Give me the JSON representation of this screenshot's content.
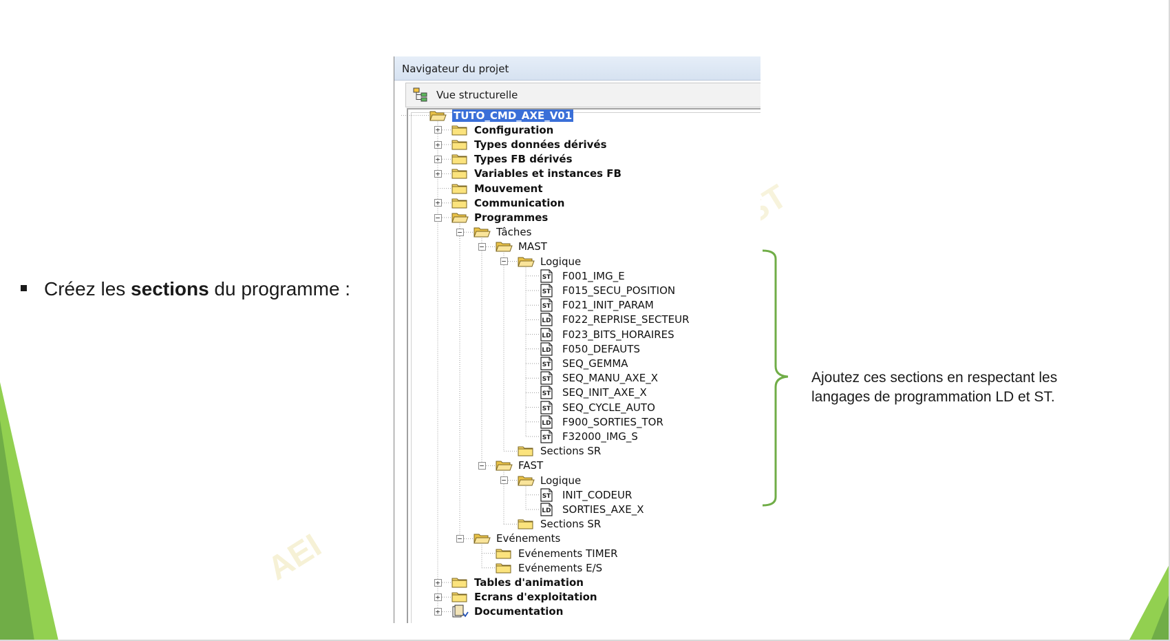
{
  "bullet": {
    "prefix": "Créez les ",
    "bold": "sections",
    "suffix": " du programme :"
  },
  "window": {
    "title": "Navigateur du projet",
    "view_label": "Vue structurelle"
  },
  "tree": [
    {
      "label": "TUTO_CMD_AXE_V01",
      "level": 0,
      "icon": "folder-open-icon",
      "bold": true,
      "selected": true,
      "expander": ""
    },
    {
      "label": "Configuration",
      "level": 1,
      "icon": "folder-icon",
      "bold": true,
      "expander": "+"
    },
    {
      "label": "Types données dérivés",
      "level": 1,
      "icon": "folder-icon",
      "bold": true,
      "expander": "+"
    },
    {
      "label": "Types FB dérivés",
      "level": 1,
      "icon": "folder-icon",
      "bold": true,
      "expander": "+"
    },
    {
      "label": "Variables et instances FB",
      "level": 1,
      "icon": "folder-icon",
      "bold": true,
      "expander": "+"
    },
    {
      "label": "Mouvement",
      "level": 1,
      "icon": "folder-icon",
      "bold": true,
      "expander": ""
    },
    {
      "label": "Communication",
      "level": 1,
      "icon": "folder-icon",
      "bold": true,
      "expander": "+"
    },
    {
      "label": "Programmes",
      "level": 1,
      "icon": "folder-open-icon",
      "bold": true,
      "expander": "-"
    },
    {
      "label": "Tâches",
      "level": 2,
      "icon": "folder-open-icon",
      "bold": false,
      "expander": "-"
    },
    {
      "label": "MAST",
      "level": 3,
      "icon": "folder-open-icon",
      "bold": false,
      "expander": "-"
    },
    {
      "label": "Logique",
      "level": 4,
      "icon": "folder-open-icon",
      "bold": false,
      "expander": "-"
    },
    {
      "label": "F001_IMG_E",
      "level": 5,
      "icon": "st-section-icon",
      "badge": "ST",
      "expander": ""
    },
    {
      "label": "F015_SECU_POSITION",
      "level": 5,
      "icon": "st-section-icon",
      "badge": "ST",
      "expander": ""
    },
    {
      "label": "F021_INIT_PARAM",
      "level": 5,
      "icon": "st-section-icon",
      "badge": "ST",
      "expander": ""
    },
    {
      "label": "F022_REPRISE_SECTEUR",
      "level": 5,
      "icon": "ld-section-icon",
      "badge": "LD",
      "expander": ""
    },
    {
      "label": "F023_BITS_HORAIRES",
      "level": 5,
      "icon": "ld-section-icon",
      "badge": "LD",
      "expander": ""
    },
    {
      "label": "F050_DEFAUTS",
      "level": 5,
      "icon": "ld-section-icon",
      "badge": "LD",
      "expander": ""
    },
    {
      "label": "SEQ_GEMMA",
      "level": 5,
      "icon": "st-section-icon",
      "badge": "ST",
      "expander": ""
    },
    {
      "label": "SEQ_MANU_AXE_X",
      "level": 5,
      "icon": "st-section-icon",
      "badge": "ST",
      "expander": ""
    },
    {
      "label": "SEQ_INIT_AXE_X",
      "level": 5,
      "icon": "st-section-icon",
      "badge": "ST",
      "expander": ""
    },
    {
      "label": "SEQ_CYCLE_AUTO",
      "level": 5,
      "icon": "st-section-icon",
      "badge": "ST",
      "expander": ""
    },
    {
      "label": "F900_SORTIES_TOR",
      "level": 5,
      "icon": "ld-section-icon",
      "badge": "LD",
      "expander": ""
    },
    {
      "label": "F32000_IMG_S",
      "level": 5,
      "icon": "st-section-icon",
      "badge": "ST",
      "expander": ""
    },
    {
      "label": "Sections SR",
      "level": 4,
      "icon": "folder-icon",
      "bold": false,
      "expander": ""
    },
    {
      "label": "FAST",
      "level": 3,
      "icon": "folder-open-icon",
      "bold": false,
      "expander": "-"
    },
    {
      "label": "Logique",
      "level": 4,
      "icon": "folder-open-icon",
      "bold": false,
      "expander": "-"
    },
    {
      "label": "INIT_CODEUR",
      "level": 5,
      "icon": "st-section-icon",
      "badge": "ST",
      "expander": ""
    },
    {
      "label": "SORTIES_AXE_X",
      "level": 5,
      "icon": "ld-section-icon",
      "badge": "LD",
      "expander": ""
    },
    {
      "label": "Sections SR",
      "level": 4,
      "icon": "folder-icon",
      "bold": false,
      "expander": ""
    },
    {
      "label": "Evénements",
      "level": 2,
      "icon": "folder-open-icon",
      "bold": false,
      "expander": "-"
    },
    {
      "label": "Evénements TIMER",
      "level": 3,
      "icon": "folder-icon",
      "bold": false,
      "expander": ""
    },
    {
      "label": "Evénements E/S",
      "level": 3,
      "icon": "folder-icon",
      "bold": false,
      "expander": ""
    },
    {
      "label": "Tables d'animation",
      "level": 1,
      "icon": "folder-icon",
      "bold": true,
      "expander": "+"
    },
    {
      "label": "Ecrans d'exploitation",
      "level": 1,
      "icon": "folder-icon",
      "bold": true,
      "expander": "+"
    },
    {
      "label": "Documentation",
      "level": 1,
      "icon": "documentation-icon",
      "bold": true,
      "expander": "+"
    }
  ],
  "annotation": {
    "line1": "Ajoutez ces sections en respectant les",
    "line2": "langages de programmation LD et ST."
  },
  "watermark": {
    "text_left": "AEI",
    "text_right": "ST"
  },
  "colors": {
    "accent_green": "#70ad47",
    "selection_blue": "#3a6fd8",
    "folder_yellow": "#f7d86a"
  }
}
